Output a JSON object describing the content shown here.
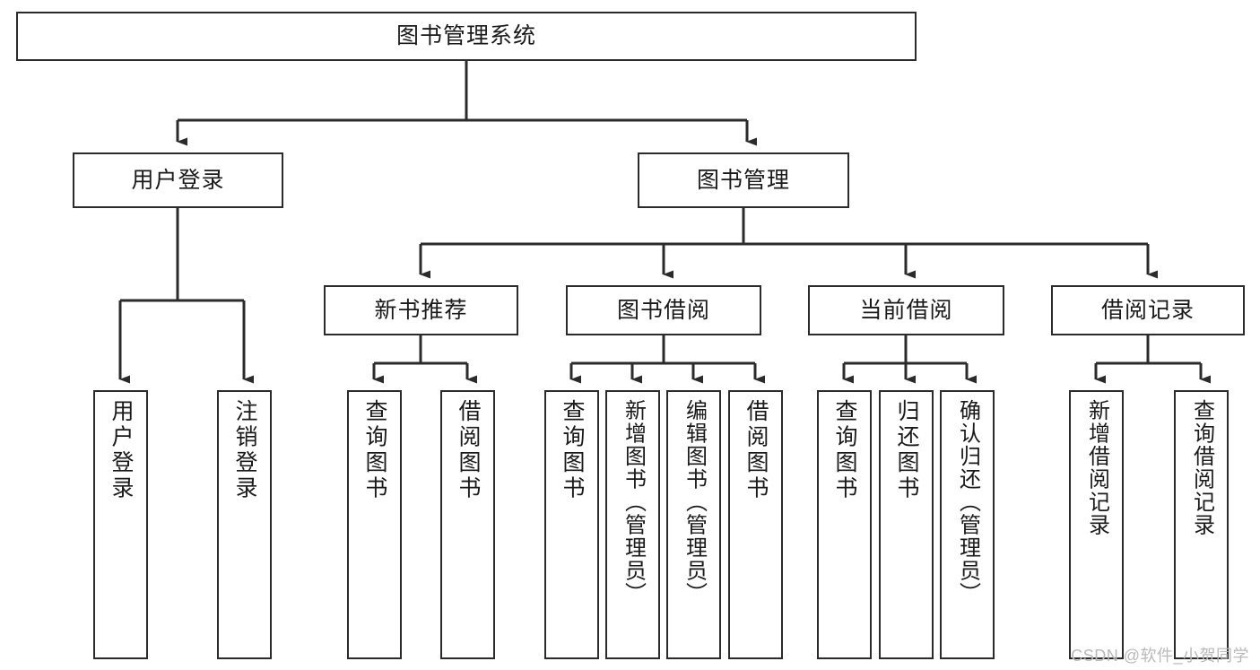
{
  "diagram": {
    "title": "图书管理系统",
    "type": "tree-hierarchy-chart",
    "root": {
      "label": "图书管理系统"
    },
    "level2": [
      {
        "label": "用户登录"
      },
      {
        "label": "图书管理"
      }
    ],
    "level3": [
      {
        "label": "新书推荐"
      },
      {
        "label": "图书借阅"
      },
      {
        "label": "当前借阅"
      },
      {
        "label": "借阅记录"
      }
    ],
    "leaves": [
      {
        "label": "用户登录"
      },
      {
        "label": "注销登录"
      },
      {
        "label": "查询图书"
      },
      {
        "label": "借阅图书"
      },
      {
        "label": "查询图书"
      },
      {
        "label": "新增图书（管理员）"
      },
      {
        "label": "编辑图书（管理员）"
      },
      {
        "label": "借阅图书"
      },
      {
        "label": "查询图书"
      },
      {
        "label": "归还图书"
      },
      {
        "label": "确认归还（管理员）"
      },
      {
        "label": "新增借阅记录"
      },
      {
        "label": "查询借阅记录"
      }
    ],
    "watermark": "CSDN @软件_小贺同学",
    "colors": {
      "stroke": "#2b2b2b",
      "fill": "#ffffff",
      "text": "#1a1a1a",
      "watermark": "#b9b9b9"
    }
  }
}
